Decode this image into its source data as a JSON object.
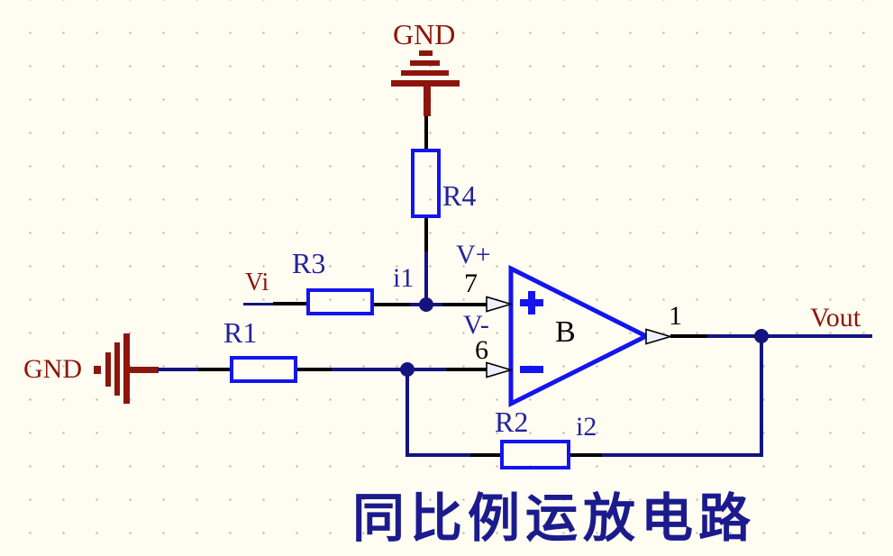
{
  "title": "同比例运放电路",
  "ports": {
    "gnd_top": "GND",
    "gnd_left": "GND",
    "input": "Vi",
    "output": "Vout"
  },
  "components": {
    "r1": "R1",
    "r2": "R2",
    "r3": "R3",
    "r4": "R4",
    "opamp_designator": "B"
  },
  "pins": {
    "noninverting": "7",
    "inverting": "6",
    "output": "1"
  },
  "net_labels": {
    "vplus": "V+",
    "vminus": "V-",
    "i1": "i1",
    "i2": "i2"
  },
  "opamp_symbols": {
    "plus": "+",
    "minus": "-"
  },
  "colors": {
    "bg": "#fffdf2",
    "grid_dot": "#c2c1bd",
    "component_blue": "#1414ef",
    "wire_navy": "#14147e",
    "label_navy": "#23239c",
    "title_navy": "#1b1b8e",
    "maroon": "#8e150b",
    "black": "#000000",
    "pin_fill": "#eef1fb"
  }
}
